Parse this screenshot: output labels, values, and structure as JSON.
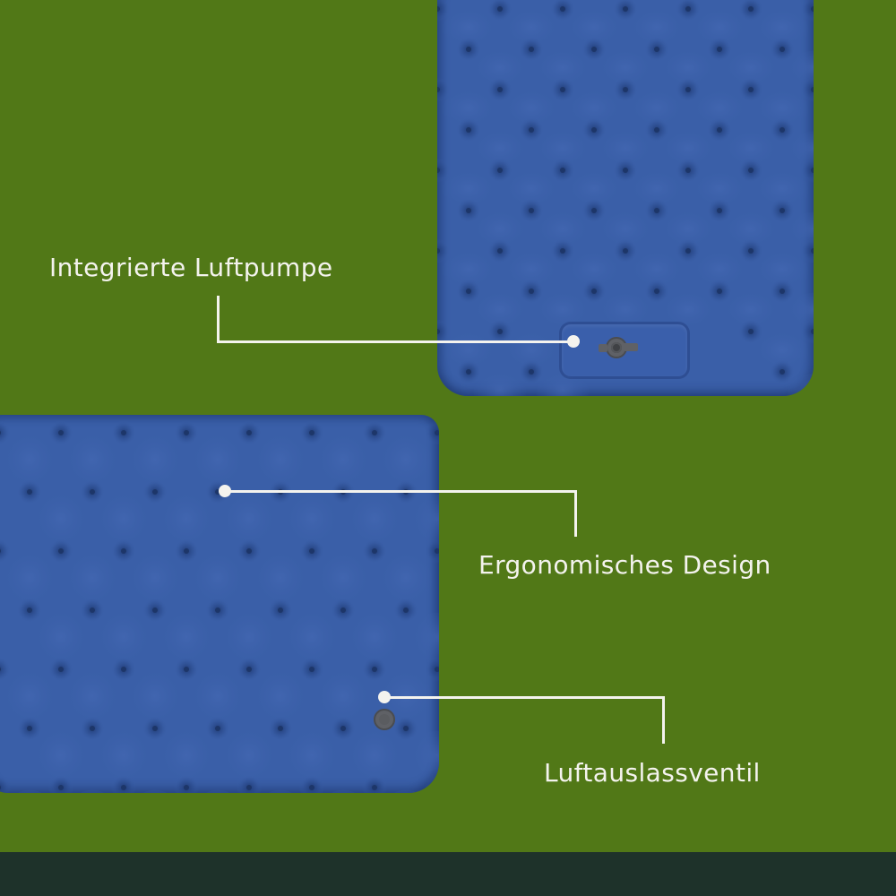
{
  "colors": {
    "background": "#517817",
    "footer_band": "#1e322a",
    "mat_blue": "#3a5fa8",
    "mat_tuft": "#22407a",
    "callout": "#f4f3ee",
    "valve_gray": "#5f6166"
  },
  "products": [
    {
      "id": "mat-top",
      "description": "Blue inflatable sleeping mat with hexagonal air cells (upper view, foot end with integrated pump panel)"
    },
    {
      "id": "mat-bottom",
      "description": "Blue inflatable sleeping mat with hexagonal air cells (side view with deflation valve)"
    }
  ],
  "callouts": [
    {
      "label": "Integrierte Luftpumpe",
      "icon": "pump-valve-icon"
    },
    {
      "label": "Ergonomisches Design",
      "icon": "air-cell-pattern"
    },
    {
      "label": "Luftauslassventil",
      "icon": "deflation-valve-icon"
    }
  ]
}
